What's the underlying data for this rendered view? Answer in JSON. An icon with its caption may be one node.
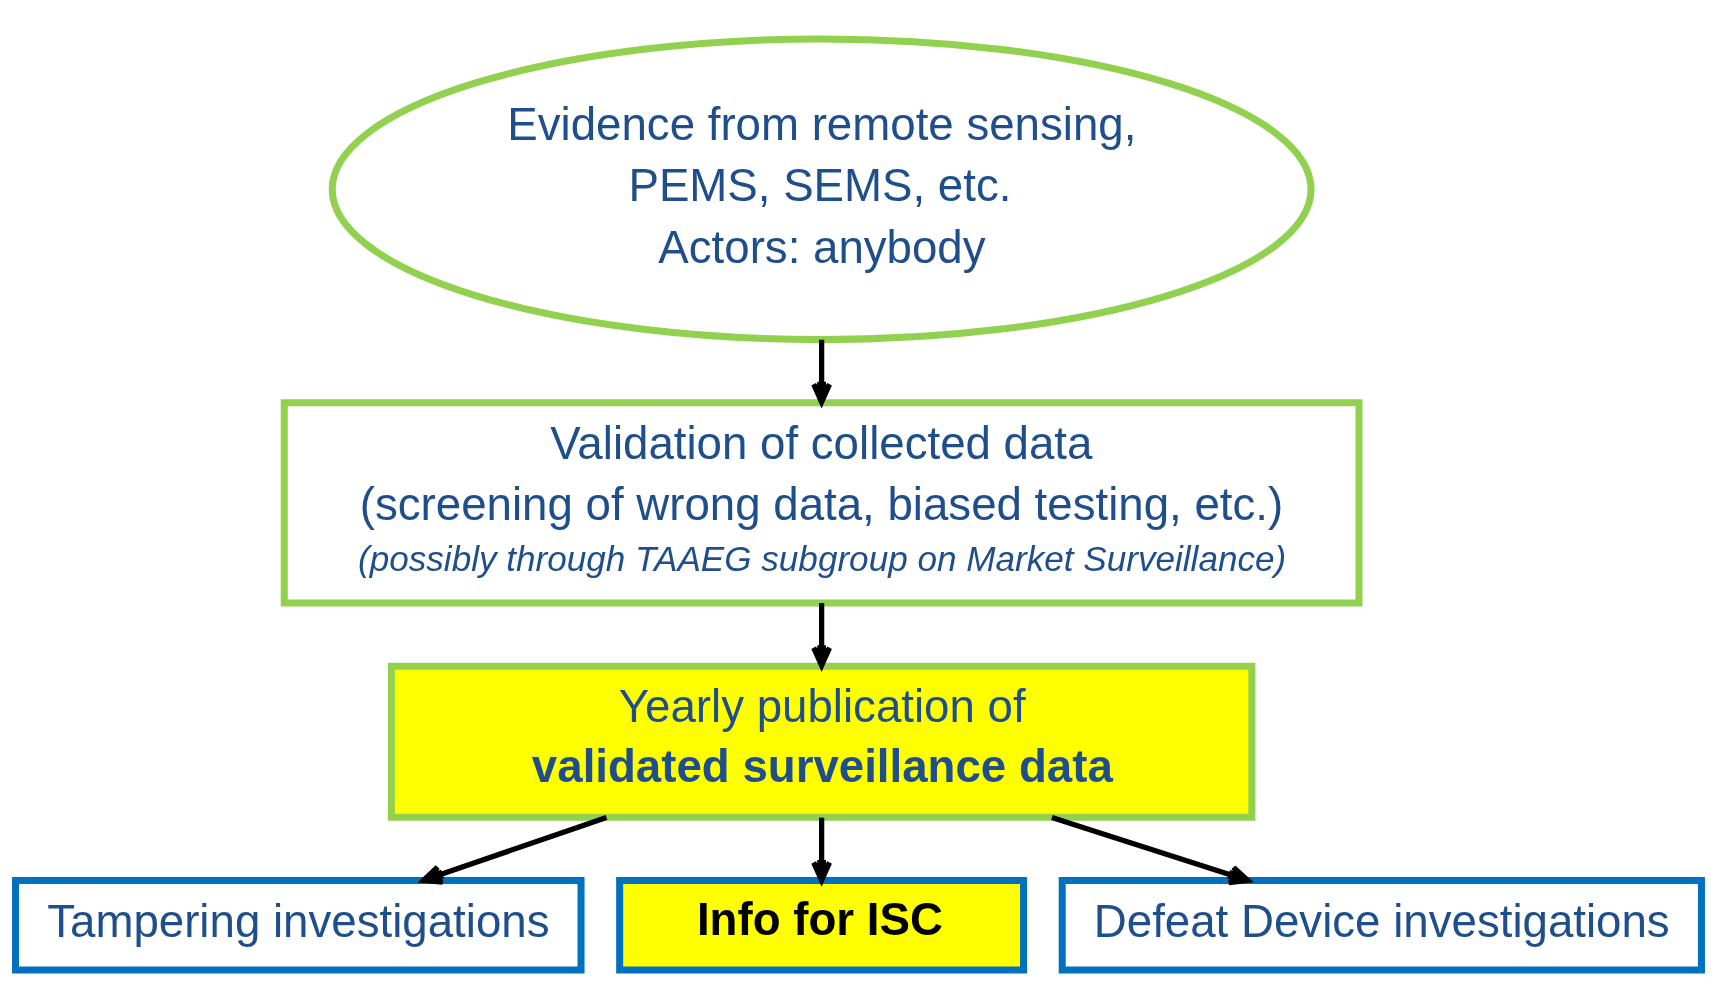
{
  "diagram": {
    "nodes": [
      {
        "text": [
          "Evidence from remote sensing, PEMS, SEMS, etc.",
          "Actors: anybody"
        ]
      },
      {
        "text": [
          "Validation of collected data",
          "(screening of wrong data, biased testing, etc.)",
          "(possibly through TAAEG subgroup on Market Surveillance)"
        ]
      },
      {
        "text": [
          "Yearly publication of",
          "validated surveillance data"
        ]
      },
      {
        "text": [
          "Tampering investigations"
        ]
      },
      {
        "text": [
          "Info for ISC"
        ]
      },
      {
        "text": [
          "Defeat Device investigations"
        ]
      }
    ],
    "edges": [
      {
        "from": 0,
        "to": 1,
        "arrow": "to"
      },
      {
        "from": 1,
        "to": 2,
        "arrow": "to"
      },
      {
        "from": 2,
        "to": 3,
        "arrow": "to"
      },
      {
        "from": 2,
        "to": 4,
        "arrow": "to"
      },
      {
        "from": 2,
        "to": 5,
        "arrow": "to"
      }
    ]
  }
}
